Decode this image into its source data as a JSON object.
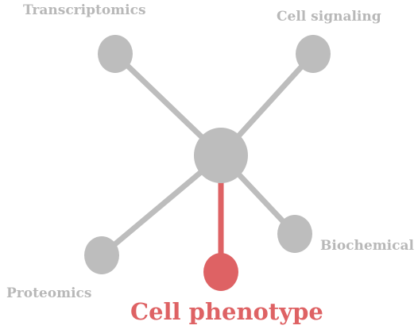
{
  "diagram": {
    "nodes": [
      {
        "id": "hub",
        "label": ""
      },
      {
        "id": "transcriptomics",
        "label": "Transcriptomics"
      },
      {
        "id": "cell-signaling",
        "label": "Cell signaling"
      },
      {
        "id": "biochemical",
        "label": "Biochemical"
      },
      {
        "id": "proteomics",
        "label": "Proteomics"
      },
      {
        "id": "cell-phenotype",
        "label": "Cell phenotype"
      }
    ],
    "edges": [
      {
        "from": "hub",
        "to": "transcriptomics"
      },
      {
        "from": "hub",
        "to": "cell-signaling"
      },
      {
        "from": "hub",
        "to": "biochemical"
      },
      {
        "from": "hub",
        "to": "proteomics"
      },
      {
        "from": "hub",
        "to": "cell-phenotype",
        "highlight": true
      }
    ],
    "labels": {
      "transcriptomics": "Transcriptomics",
      "cell_signaling": "Cell signaling",
      "biochemical": "Biochemical",
      "proteomics": "Proteomics",
      "cell_phenotype": "Cell phenotype"
    }
  },
  "colors": {
    "node": "#bdbdbd",
    "edge": "#bdbdbd",
    "label": "#b8b8b8",
    "accent": "#de6264"
  }
}
